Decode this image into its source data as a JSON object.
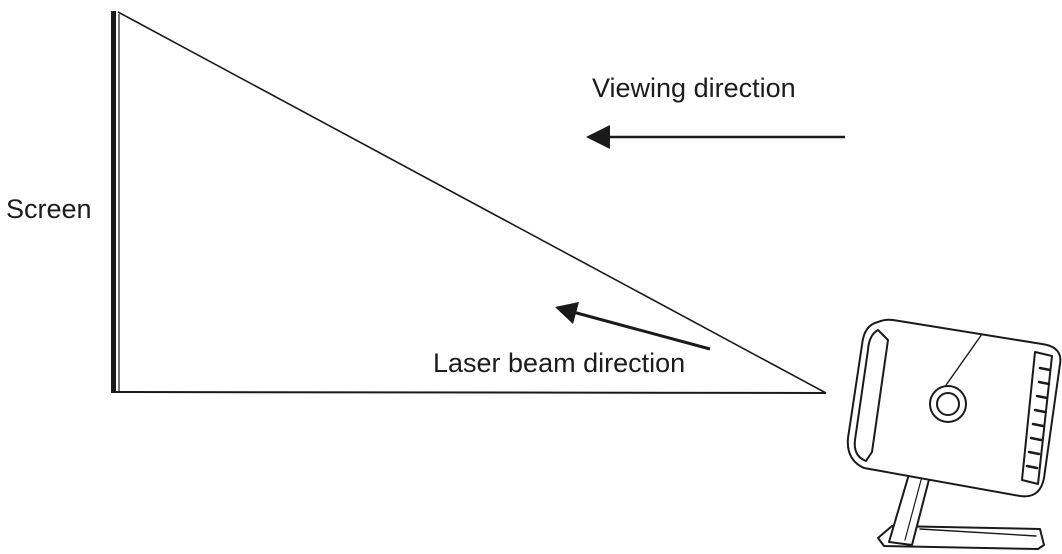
{
  "labels": {
    "screen": "Screen",
    "viewing_direction": "Viewing direction",
    "laser_beam_direction": "Laser beam direction"
  },
  "colors": {
    "line": "#1a1a1a",
    "ink": "#1c1c1c",
    "background": "#ffffff"
  },
  "icons": {
    "projector": "projector-icon"
  }
}
